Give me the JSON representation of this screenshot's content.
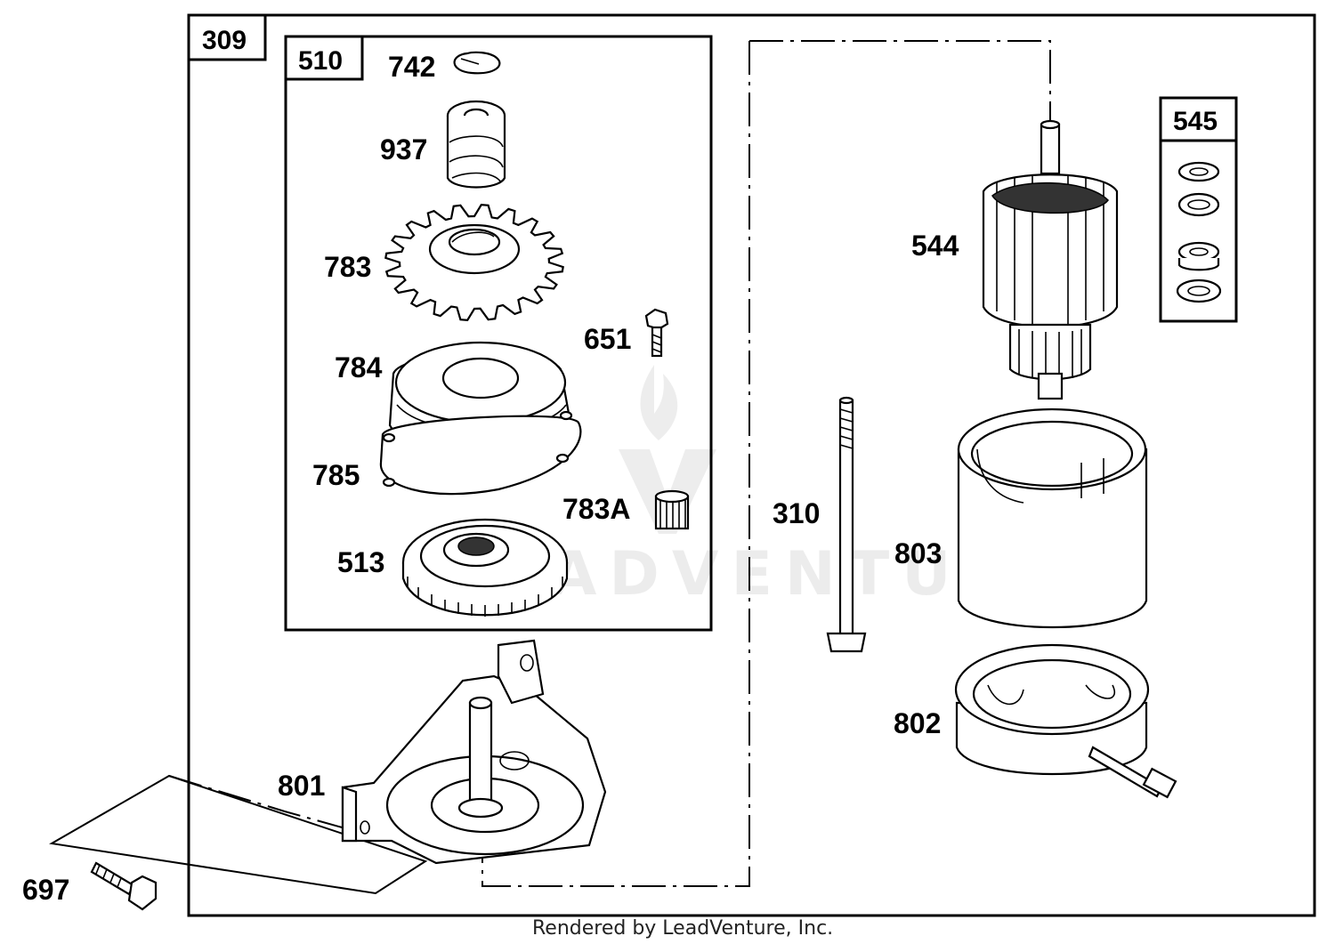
{
  "diagram": {
    "assemblies": {
      "outer": "309",
      "drive": "510",
      "kit": "545"
    },
    "callouts": {
      "p742": "742",
      "p937": "937",
      "p783": "783",
      "p651": "651",
      "p784": "784",
      "p785": "785",
      "p783a": "783A",
      "p513": "513",
      "p801": "801",
      "p697": "697",
      "p310": "310",
      "p544": "544",
      "p803": "803",
      "p802": "802"
    },
    "watermark": "LEADVENTURE",
    "footer": "Rendered by LeadVenture, Inc."
  }
}
